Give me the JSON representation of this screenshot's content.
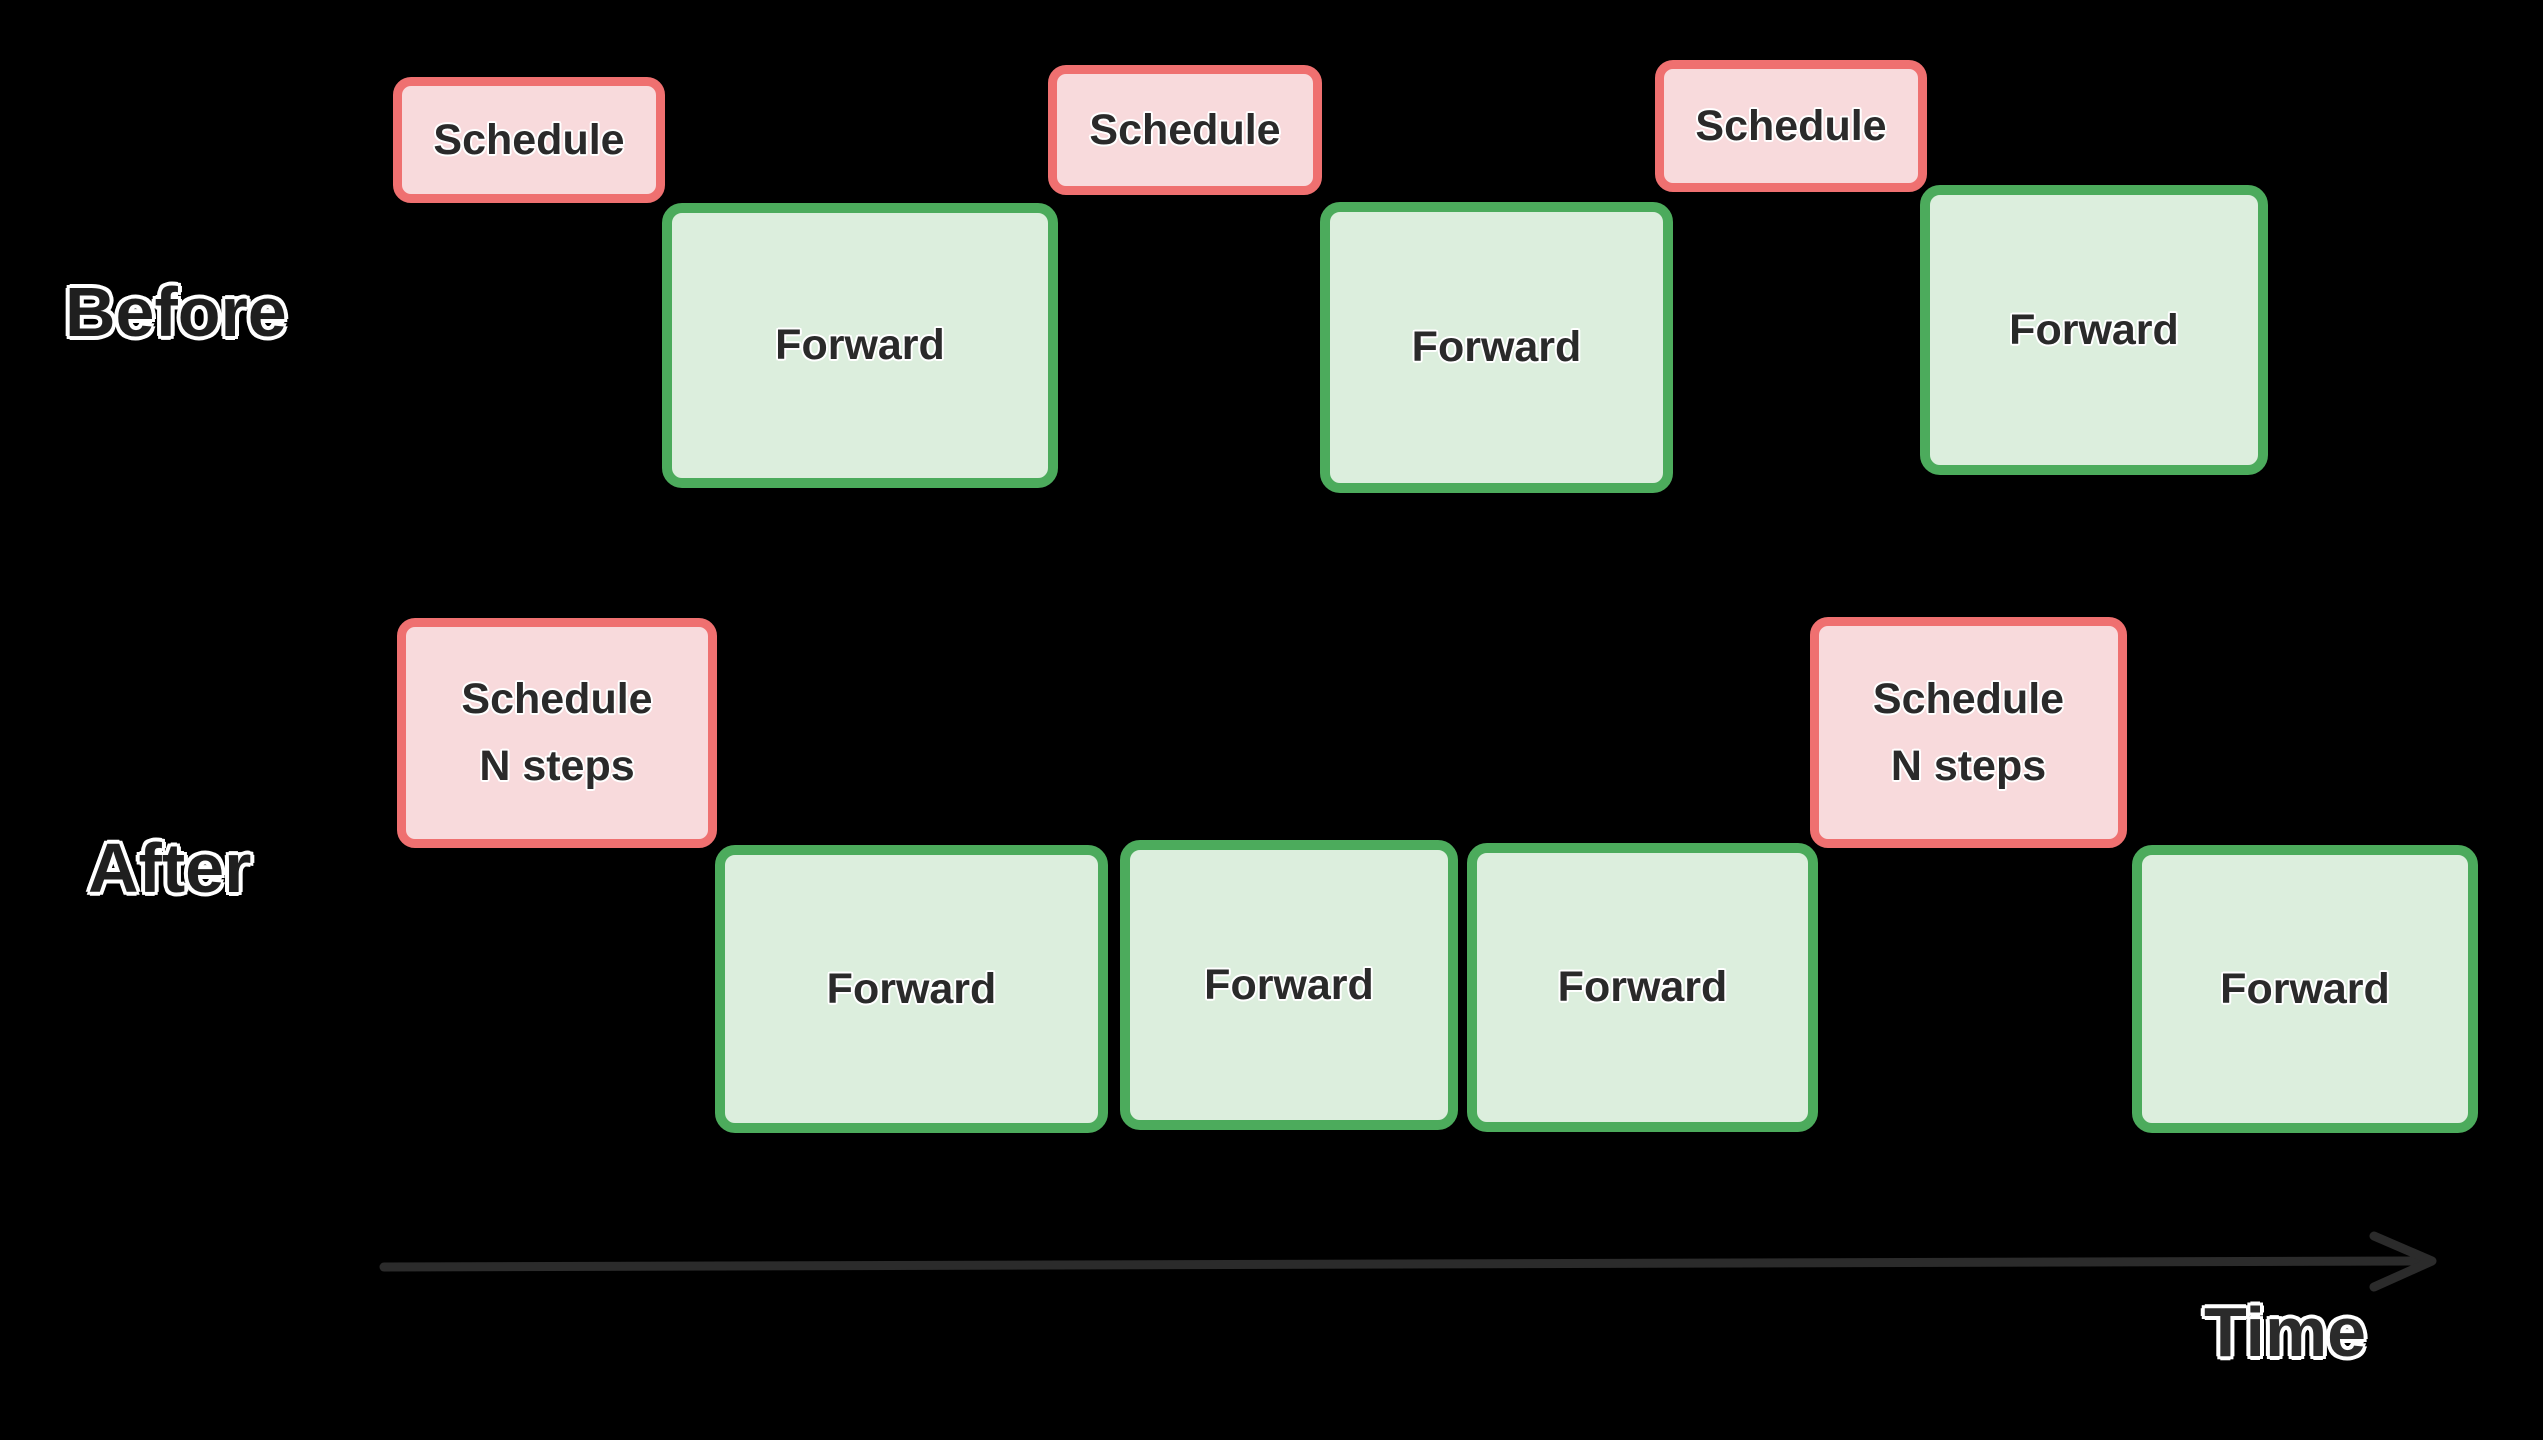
{
  "colors": {
    "background": "#000000",
    "schedule_fill": "#f8dadc",
    "schedule_border": "#ef7070",
    "forward_fill": "#dceedd",
    "forward_border": "#4cab5c",
    "box_text": "#2a2a2a",
    "label_text": "#1f1f1f",
    "label_outline": "#ffffff",
    "axis_color": "#2b2b2b"
  },
  "rows": [
    {
      "label": "Before",
      "boxes": [
        {
          "type": "schedule",
          "label": "Schedule"
        },
        {
          "type": "forward",
          "label": "Forward"
        },
        {
          "type": "schedule",
          "label": "Schedule"
        },
        {
          "type": "forward",
          "label": "Forward"
        },
        {
          "type": "schedule",
          "label": "Schedule"
        },
        {
          "type": "forward",
          "label": "Forward"
        }
      ]
    },
    {
      "label": "After",
      "boxes": [
        {
          "type": "schedule",
          "label": "Schedule\nN steps"
        },
        {
          "type": "forward",
          "label": "Forward"
        },
        {
          "type": "forward",
          "label": "Forward"
        },
        {
          "type": "forward",
          "label": "Forward"
        },
        {
          "type": "schedule",
          "label": "Schedule\nN steps"
        },
        {
          "type": "forward",
          "label": "Forward"
        }
      ]
    }
  ],
  "axis": {
    "label": "Time"
  }
}
